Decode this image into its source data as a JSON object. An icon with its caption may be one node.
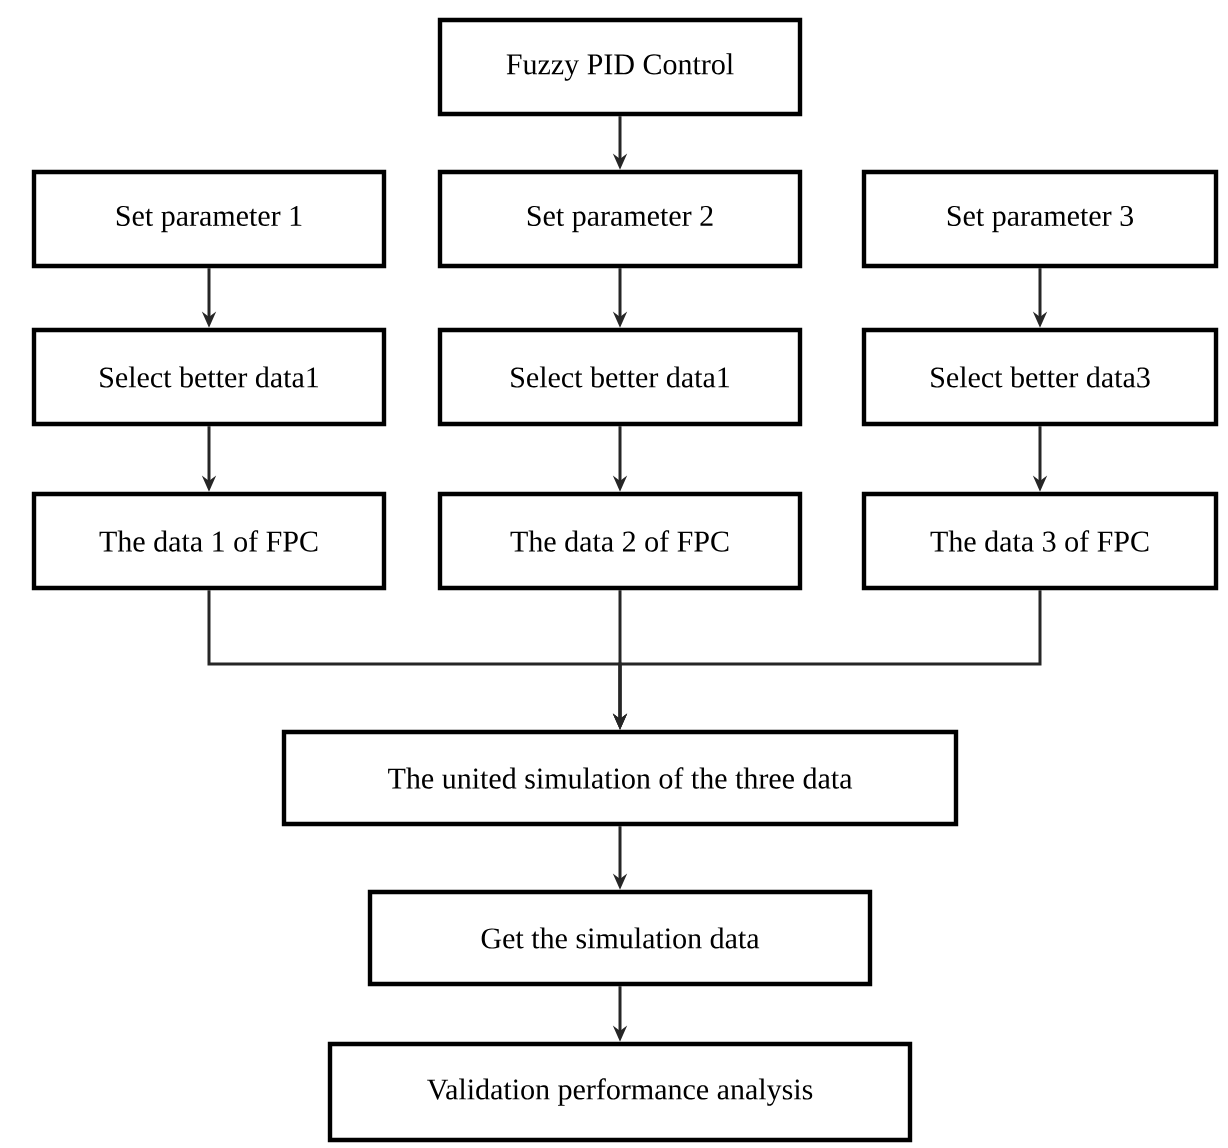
{
  "diagram": {
    "nodes": [
      {
        "text": [
          "Fuzzy PID Control"
        ]
      },
      {
        "text": [
          "Set parameter 1"
        ]
      },
      {
        "text": [
          "Set parameter 2"
        ]
      },
      {
        "text": [
          "Set parameter 3"
        ]
      },
      {
        "text": [
          "Select better data1"
        ]
      },
      {
        "text": [
          "Select better data1"
        ]
      },
      {
        "text": [
          "Select better data3"
        ]
      },
      {
        "text": [
          "The data 1 of FPC"
        ]
      },
      {
        "text": [
          "The data 2 of FPC"
        ]
      },
      {
        "text": [
          "The data 3 of FPC"
        ]
      },
      {
        "text": [
          "The united simulation of the three data"
        ]
      },
      {
        "text": [
          "Get the simulation data"
        ]
      },
      {
        "text": [
          "Validation performance analysis"
        ]
      }
    ],
    "edges": [
      {
        "from": 0,
        "to": 2,
        "arrow": "to"
      },
      {
        "from": 1,
        "to": 4,
        "arrow": "to"
      },
      {
        "from": 2,
        "to": 5,
        "arrow": "to"
      },
      {
        "from": 3,
        "to": 6,
        "arrow": "to"
      },
      {
        "from": 4,
        "to": 7,
        "arrow": "to"
      },
      {
        "from": 5,
        "to": 8,
        "arrow": "to"
      },
      {
        "from": 6,
        "to": 9,
        "arrow": "to"
      },
      {
        "from": 7,
        "to": 10,
        "arrow": "to"
      },
      {
        "from": 8,
        "to": 10,
        "arrow": "to"
      },
      {
        "from": 9,
        "to": 10,
        "arrow": "to"
      },
      {
        "from": 10,
        "to": 11,
        "arrow": "to"
      },
      {
        "from": 11,
        "to": 12,
        "arrow": "to"
      }
    ]
  }
}
